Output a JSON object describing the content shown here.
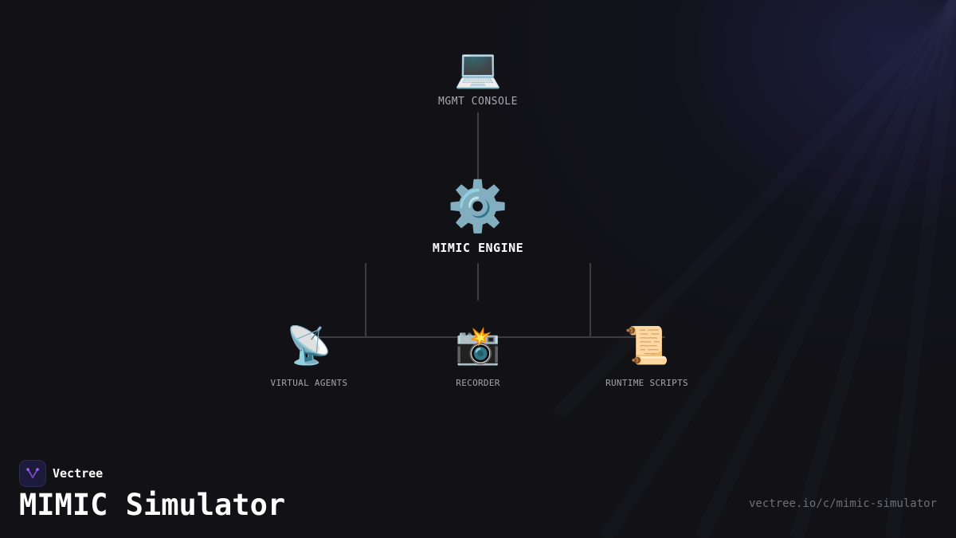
{
  "diagram": {
    "top_node": {
      "icon": "laptop-icon",
      "glyph": "💻",
      "label": "MGMT CONSOLE"
    },
    "center_node": {
      "icon": "gear-icon",
      "glyph": "⚙️",
      "label": "MIMIC ENGINE"
    },
    "bottom_nodes": [
      {
        "icon": "satellite-antenna-icon",
        "glyph": "📡",
        "label": "VIRTUAL AGENTS"
      },
      {
        "icon": "camera-flash-icon",
        "glyph": "📸",
        "label": "RECORDER"
      },
      {
        "icon": "scroll-icon",
        "glyph": "📜",
        "label": "RUNTIME SCRIPTS"
      }
    ]
  },
  "footer": {
    "brand_name": "Vectree",
    "title": "MIMIC Simulator",
    "url": "vectree.io/c/mimic-simulator"
  },
  "colors": {
    "background": "#111116",
    "line": "#3c3c44",
    "accent": "#8b4fd8"
  }
}
